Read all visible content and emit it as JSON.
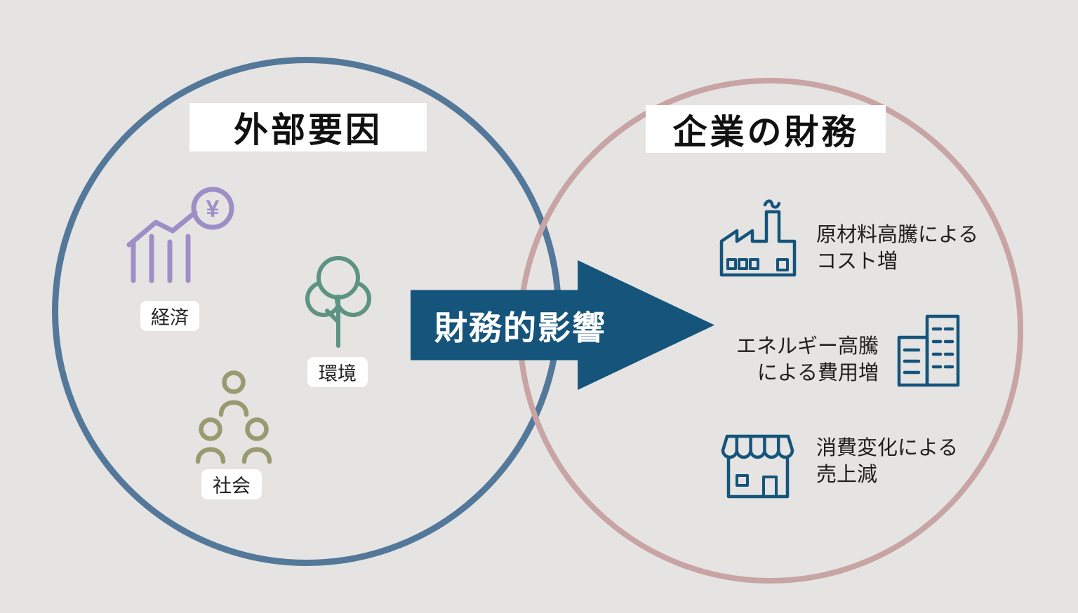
{
  "colors": {
    "background": "#e5e4e2",
    "left_circle_border": "#53789a",
    "right_circle_border": "#c8a4a4",
    "arrow": "#15547b",
    "economy_icon": "#9d8fc6",
    "environment_icon": "#5d9383",
    "society_icon": "#9a9a71",
    "finance_icons": "#15547b"
  },
  "left_circle": {
    "title": "外部要因",
    "items": [
      {
        "id": "economy",
        "label": "経済",
        "icon": "economy-chart-icon",
        "symbol": "¥"
      },
      {
        "id": "environment",
        "label": "環境",
        "icon": "tree-icon"
      },
      {
        "id": "society",
        "label": "社会",
        "icon": "people-icon"
      }
    ]
  },
  "arrow": {
    "label": "財務的影響"
  },
  "right_circle": {
    "title": "企業の財務",
    "items": [
      {
        "id": "factory",
        "icon": "factory-icon",
        "line1": "原材料高騰による",
        "line2": "コスト増"
      },
      {
        "id": "energy",
        "icon": "building-icon",
        "line1": "エネルギー高騰",
        "line2": "による費用増"
      },
      {
        "id": "store",
        "icon": "store-icon",
        "line1": "消費変化による",
        "line2": "売上減"
      }
    ]
  }
}
